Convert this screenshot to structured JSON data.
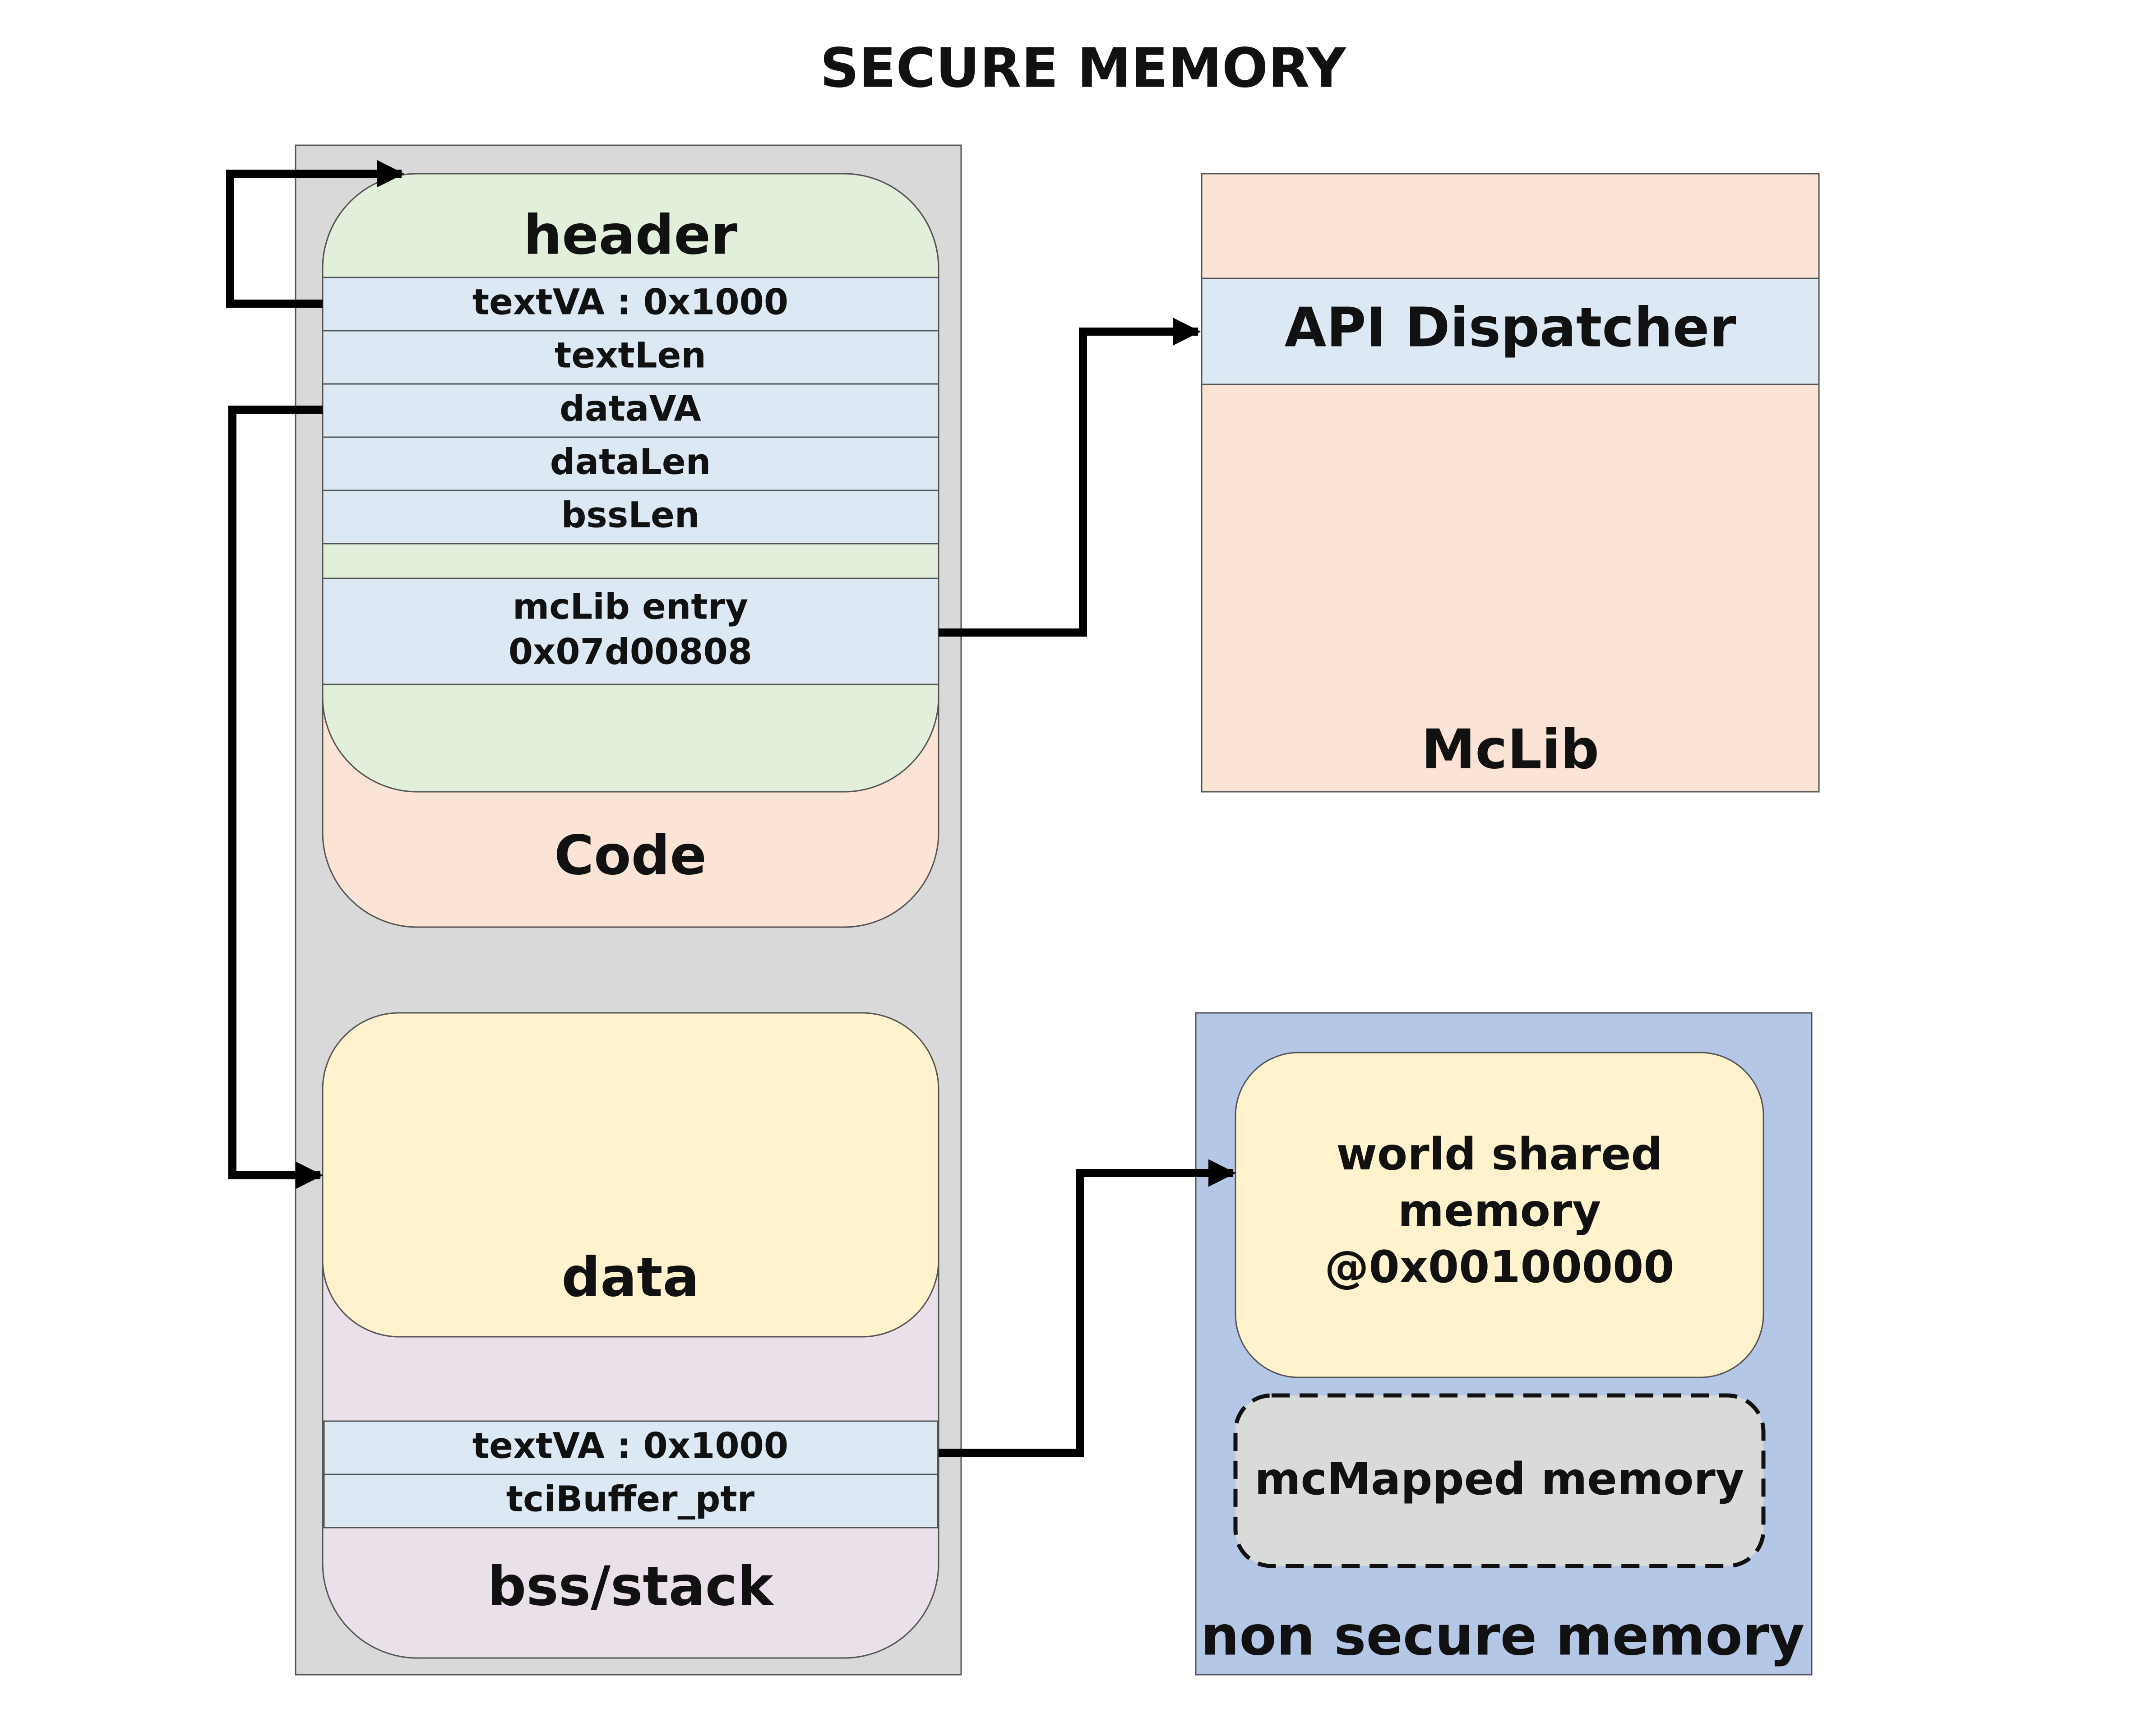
{
  "title": "SECURE MEMORY",
  "colors": {
    "gray_column": "#d9d9d9",
    "header_green": "#e2efda",
    "field_blue": "#dce9f5",
    "code_peach": "#fbe4d6",
    "data_yellow": "#fff2cc",
    "bss_pink": "#eae0e9",
    "nonsecure_blue": "#b4c7e7",
    "mapped_gray": "#d9dbd9"
  },
  "code_block": {
    "header_label": "header",
    "fields": [
      "textVA : 0x1000",
      "textLen",
      "dataVA",
      "dataLen",
      "bssLen"
    ],
    "mclib_entry_line1": "mcLib entry",
    "mclib_entry_line2": "0x07d00808",
    "code_label": "Code"
  },
  "data_block": {
    "data_label": "data",
    "fields": [
      "textVA : 0x1000",
      "tciBuffer_ptr"
    ],
    "bss_label": "bss/stack"
  },
  "mclib": {
    "dispatcher_label": "API Dispatcher",
    "label": "McLib"
  },
  "nonsecure": {
    "shared_line1": "world shared",
    "shared_line2": "memory",
    "shared_line3": "@0x00100000",
    "mapped_label": "mcMapped memory",
    "label": "non secure memory"
  }
}
